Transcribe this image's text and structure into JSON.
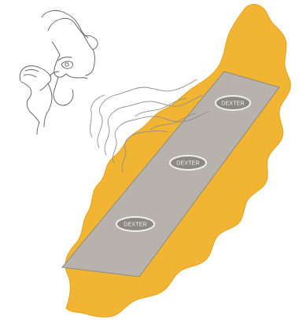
{
  "colors": {
    "background": "#ffffff",
    "surface_fill": "#f2b533",
    "surface_edge": "#e3a21f",
    "strip_fill": "#b7b2ab",
    "strip_edge": "#8e8a84",
    "spot_fill": "#8d8881",
    "spot_edge": "#efefef",
    "line_art": "#5a5a5a",
    "fume_lines": "#8f8f8f"
  },
  "icons": {
    "person": "person-smelling-icon",
    "odor": "odor-waves-icon",
    "strip": "test-strip",
    "surface": "skin-surface"
  },
  "spots": [
    {
      "name": "spot-1",
      "text": "DEXTER"
    },
    {
      "name": "spot-2",
      "text": "DEXTER"
    },
    {
      "name": "spot-3",
      "text": "DEXTER"
    }
  ]
}
